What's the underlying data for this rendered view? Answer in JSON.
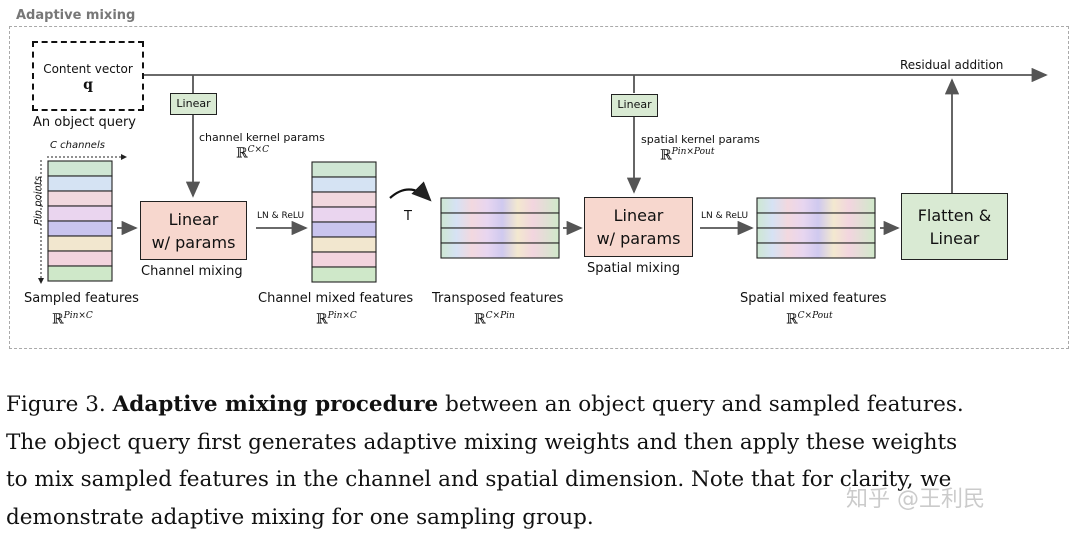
{
  "figure": {
    "frame_title": "Adaptive mixing",
    "query_box": {
      "title": "Content vector",
      "symbol": "q",
      "label": "An object query"
    },
    "residual_label": "Residual addition",
    "linear_label_1": "Linear",
    "linear_label_2": "Linear",
    "channel_kernel": {
      "label": "channel kernel params",
      "math_base": "ℝ",
      "math_sup": "C×C"
    },
    "spatial_kernel": {
      "label": "spatial kernel params",
      "math_base": "ℝ",
      "math_sup": "Pin×Pout"
    },
    "channels_label": "C channels",
    "points_label": "Pin points",
    "channel_mix_box": {
      "line1": "Linear",
      "line2": "w/ params"
    },
    "spatial_mix_box": {
      "line1": "Linear",
      "line2": "w/ params"
    },
    "channel_mixing_label": "Channel mixing",
    "spatial_mixing_label": "Spatial mixing",
    "ln_relu_1": "LN & ReLU",
    "ln_relu_2": "LN & ReLU",
    "transpose_label": "T",
    "flatten_box": {
      "line1": "Flatten &",
      "line2": "Linear"
    },
    "features": [
      {
        "label": "Sampled features",
        "math_base": "ℝ",
        "math_sup": "Pin×C"
      },
      {
        "label": "Channel mixed features",
        "math_base": "ℝ",
        "math_sup": "Pin×C"
      },
      {
        "label": "Transposed features",
        "math_base": "ℝ",
        "math_sup": "C×Pin"
      },
      {
        "label": "Spatial mixed features",
        "math_base": "ℝ",
        "math_sup": "C×Pout"
      }
    ],
    "colors": {
      "row_colors": [
        "#cfe6d4",
        "#d5e3f3",
        "#f1d8de",
        "#ead5ef",
        "#c9c4ee",
        "#f2e7cf",
        "#f3d4de",
        "#cfe8c9"
      ],
      "mix_box": "#f7d7ce",
      "linear_box": "#d9ead3"
    }
  },
  "caption": {
    "prefix": "Figure 3.",
    "bold": "Adaptive mixing procedure",
    "line1_rest": " between an object query and sampled features.",
    "line2": "The object query first generates adaptive mixing weights and then apply these weights",
    "line3": "to mix sampled features in the channel and spatial dimension. Note that for clarity, we",
    "line4": "demonstrate adaptive mixing for one sampling group."
  },
  "watermark": "知乎 @王利民"
}
